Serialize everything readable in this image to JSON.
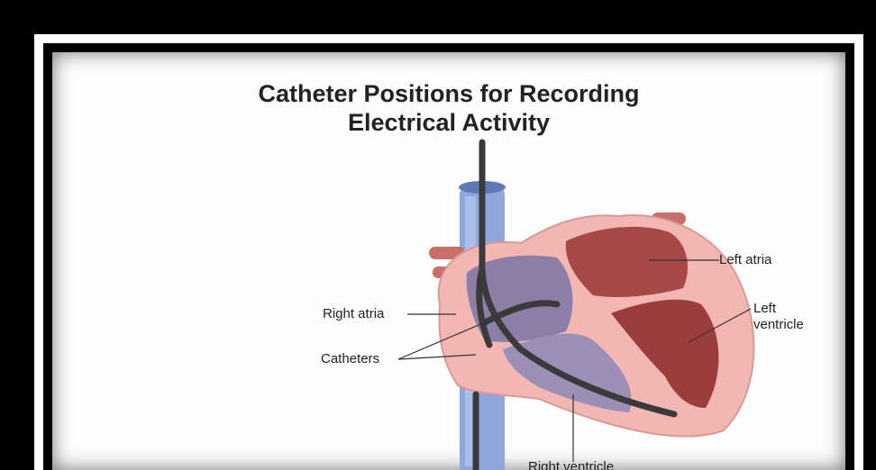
{
  "title": {
    "line1": "Catheter Positions for Recording",
    "line2": "Electrical Activity"
  },
  "labels": {
    "left_atria": "Left atria",
    "left_ventricle_line1": "Left",
    "left_ventricle_line2": "ventricle",
    "right_atria": "Right atria",
    "catheters": "Catheters",
    "right_ventricle": "Right ventricle"
  }
}
